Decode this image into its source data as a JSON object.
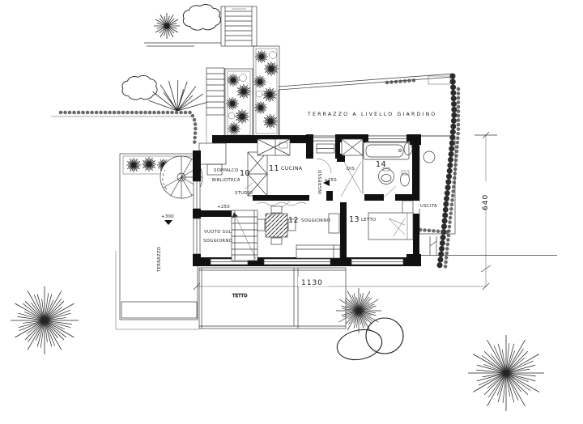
{
  "plan": {
    "garden": {
      "terrace_garden_label": "TERRAZZO A LIVELLO GIARDINO",
      "left_terrace_label": "TERRAZZO",
      "roof_label": "TETTO",
      "exit_label": "USCITA"
    },
    "rooms": {
      "soppalco_line1": "SOPPALCO",
      "soppalco_num": "10",
      "soppalco_line2": "BIBLIOTECA",
      "studio": "STUDIO",
      "cucina_num": "11",
      "cucina": "CUCINA",
      "soggiorno_num": "12",
      "soggiorno": "SOGGIORNO",
      "letto_num": "13",
      "letto": "LETTO",
      "bagno_num": "14",
      "dis": "DIS",
      "ingresso": "INGRESSO",
      "vuoto_line1": "VUOTO SUL",
      "vuoto_line2": "SOGGIORNO"
    },
    "levels": {
      "terrace_level": "+300",
      "stair_level": "+250",
      "entry_level": "+250"
    },
    "dimensions": {
      "width": "1130",
      "depth": "640"
    },
    "colors": {
      "ink": "#1b1b1b",
      "paper": "#ffffff",
      "tile_line": "#9b9b9b"
    }
  }
}
